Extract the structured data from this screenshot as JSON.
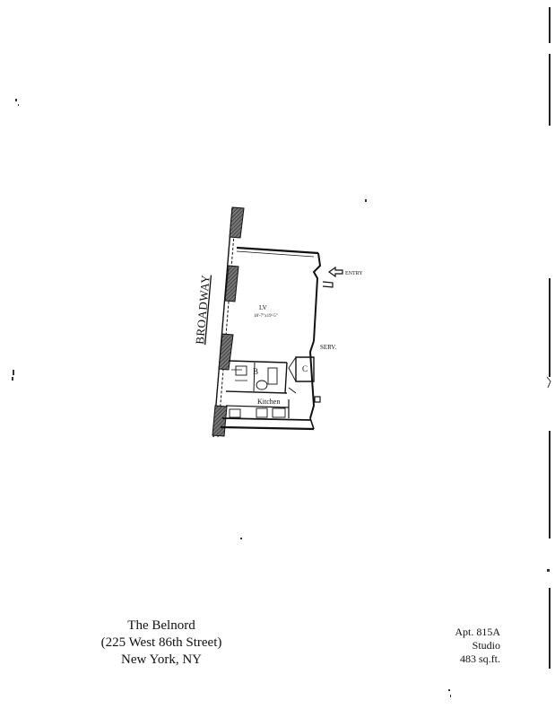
{
  "document": {
    "street": "BROADWAY",
    "rooms": {
      "living": "LV",
      "living_dims": "18'-7\"x19'-5\"",
      "entry": "ENTRY",
      "service": "SERV.",
      "bath": "B",
      "closet": "C",
      "kitchen": "Kitchen"
    },
    "building": {
      "name": "The Belnord",
      "address": "(225 West 86th Street)",
      "city": "New York, NY"
    },
    "unit": {
      "apt": "Apt. 815A",
      "type": "Studio",
      "area": "483 sq.ft."
    }
  }
}
